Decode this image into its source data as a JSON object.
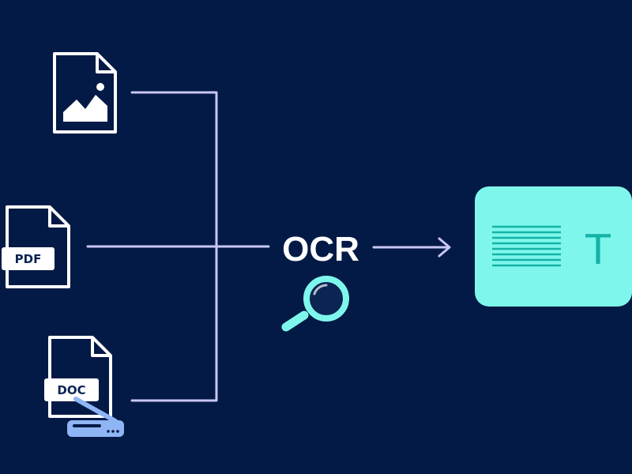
{
  "diagram": {
    "inputs": {
      "image": {
        "icon": "image-file-icon"
      },
      "pdf": {
        "icon": "pdf-file-icon",
        "label": "PDF"
      },
      "doc": {
        "icon": "doc-file-icon",
        "label": "DOC",
        "scanner_icon": "scanner-icon"
      }
    },
    "process": {
      "label": "OCR",
      "icon": "magnifier-icon"
    },
    "output": {
      "icon": "text-document-icon",
      "label": "T"
    },
    "colors": {
      "background": "#021a45",
      "connector": "#c9c6f5",
      "file_stroke": "#ffffff",
      "output_card": "#7ff6ec",
      "output_accent": "#13b3a6",
      "magnifier_ring": "#7ff6ec",
      "scanner": "#8fb5f5"
    }
  }
}
